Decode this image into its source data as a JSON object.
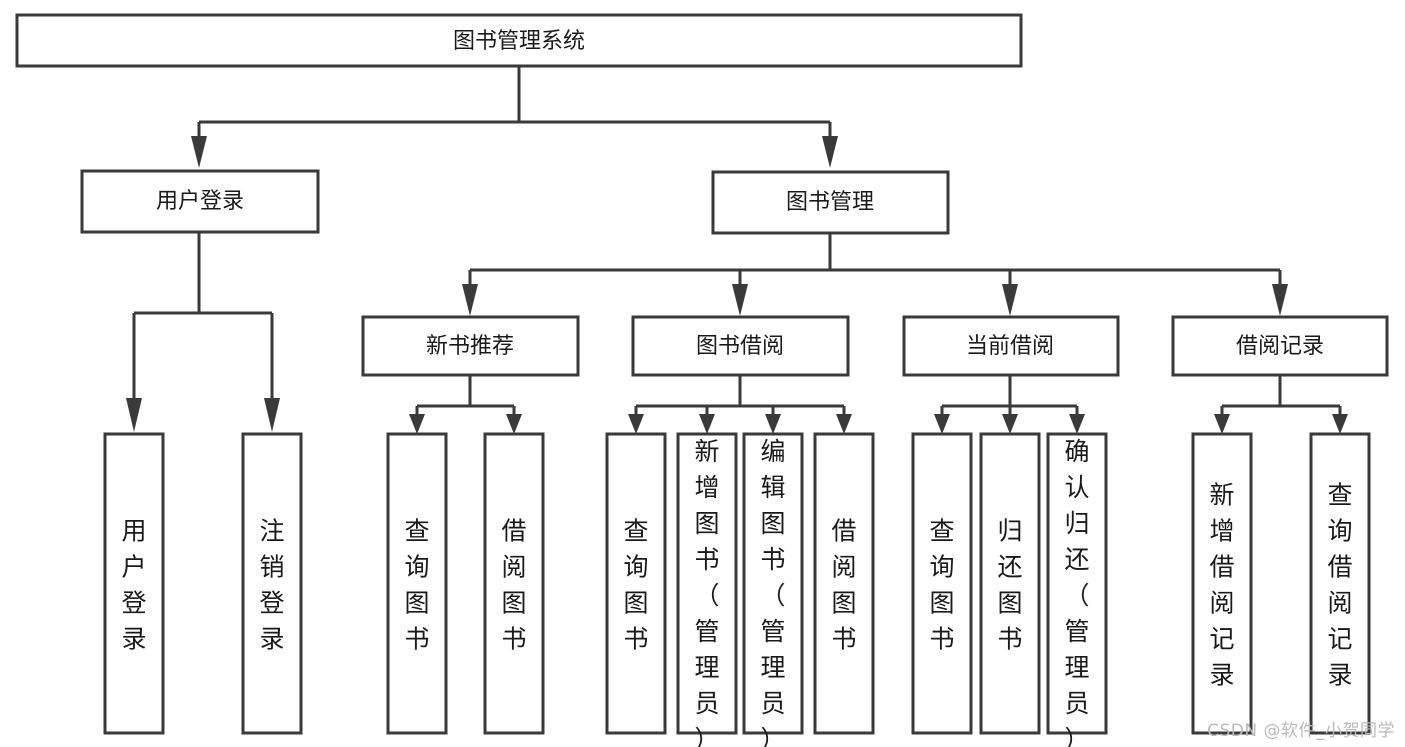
{
  "diagram": {
    "type": "tree-hierarchy-flowchart",
    "root": {
      "id": "root",
      "label": "图书管理系统",
      "orientation": "horizontal"
    },
    "level2": [
      {
        "id": "user-login",
        "label": "用户登录",
        "orientation": "horizontal"
      },
      {
        "id": "book-management",
        "label": "图书管理",
        "orientation": "horizontal"
      }
    ],
    "level3": [
      {
        "id": "new-book-recommend",
        "label": "新书推荐",
        "orientation": "horizontal",
        "parent": "book-management"
      },
      {
        "id": "book-borrow",
        "label": "图书借阅",
        "orientation": "horizontal",
        "parent": "book-management"
      },
      {
        "id": "current-borrow",
        "label": "当前借阅",
        "orientation": "horizontal",
        "parent": "book-management"
      },
      {
        "id": "borrow-record",
        "label": "借阅记录",
        "orientation": "horizontal",
        "parent": "book-management"
      }
    ],
    "leaves": [
      {
        "id": "leaf-user-login",
        "label": "用户登录",
        "orientation": "vertical",
        "parent": "user-login"
      },
      {
        "id": "leaf-logout",
        "label": "注销登录",
        "orientation": "vertical",
        "parent": "user-login"
      },
      {
        "id": "leaf-query-book-1",
        "label": "查询图书",
        "orientation": "vertical",
        "parent": "new-book-recommend"
      },
      {
        "id": "leaf-borrow-book-1",
        "label": "借阅图书",
        "orientation": "vertical",
        "parent": "new-book-recommend"
      },
      {
        "id": "leaf-query-book-2",
        "label": "查询图书",
        "orientation": "vertical",
        "parent": "book-borrow"
      },
      {
        "id": "leaf-add-book",
        "label": "新增图书（管理员）",
        "orientation": "vertical",
        "parent": "book-borrow"
      },
      {
        "id": "leaf-edit-book",
        "label": "编辑图书（管理员）",
        "orientation": "vertical",
        "parent": "book-borrow"
      },
      {
        "id": "leaf-borrow-book-2",
        "label": "借阅图书",
        "orientation": "vertical",
        "parent": "book-borrow"
      },
      {
        "id": "leaf-query-book-3",
        "label": "查询图书",
        "orientation": "vertical",
        "parent": "current-borrow"
      },
      {
        "id": "leaf-return-book",
        "label": "归还图书",
        "orientation": "vertical",
        "parent": "current-borrow"
      },
      {
        "id": "leaf-confirm-return",
        "label": "确认归还（管理员）",
        "orientation": "vertical",
        "parent": "current-borrow"
      },
      {
        "id": "leaf-add-record",
        "label": "新增借阅记录",
        "orientation": "vertical",
        "parent": "borrow-record"
      },
      {
        "id": "leaf-query-record",
        "label": "查询借阅记录",
        "orientation": "vertical",
        "parent": "borrow-record"
      }
    ]
  },
  "watermark": {
    "label": "CSDN @软件_小贺同学"
  },
  "colors": {
    "box_stroke": "#3a3a3a",
    "box_fill": "#ffffff",
    "text": "#1a1a1a",
    "background": "#ffffff",
    "watermark": "#b9b9b9"
  }
}
